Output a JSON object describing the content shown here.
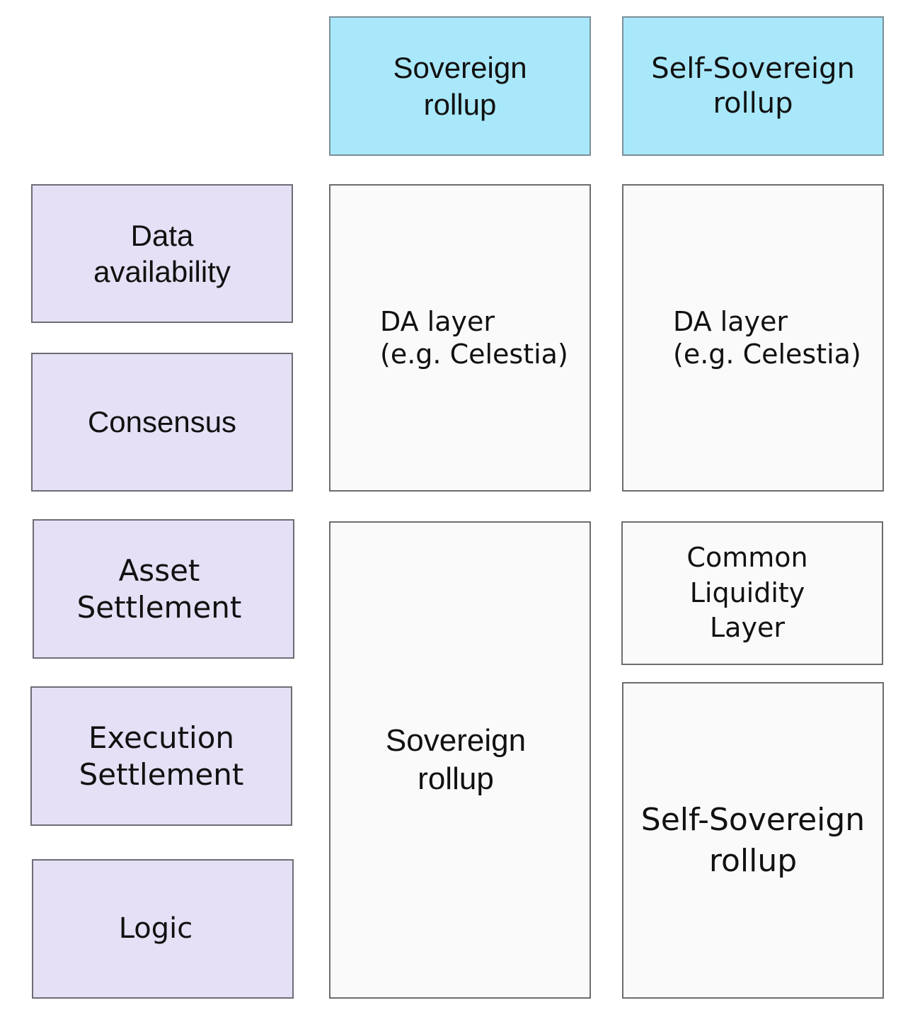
{
  "headers": {
    "sovereign": "Sovereign\nrollup",
    "self_sovereign": "Self-Sovereign\nrollup"
  },
  "row_labels": {
    "data_availability": "Data\navailability",
    "consensus": "Consensus",
    "asset_settlement": "Asset\nSettlement",
    "execution_settlement": "Execution\nSettlement",
    "logic": "Logic"
  },
  "sovereign_column": {
    "da_layer": "DA layer\n(e.g. Celestia)",
    "rollup": "Sovereign\nrollup"
  },
  "self_sovereign_column": {
    "da_layer": "DA layer\n(e.g. Celestia)",
    "liquidity_layer": "Common\nLiquidity\nLayer",
    "rollup": "Self-Sovereign\nrollup"
  },
  "colors": {
    "header_fill": "#a9e8fb",
    "label_fill": "#e5e0f5",
    "cell_fill": "#fafafa",
    "border": "#6d6d6d"
  }
}
